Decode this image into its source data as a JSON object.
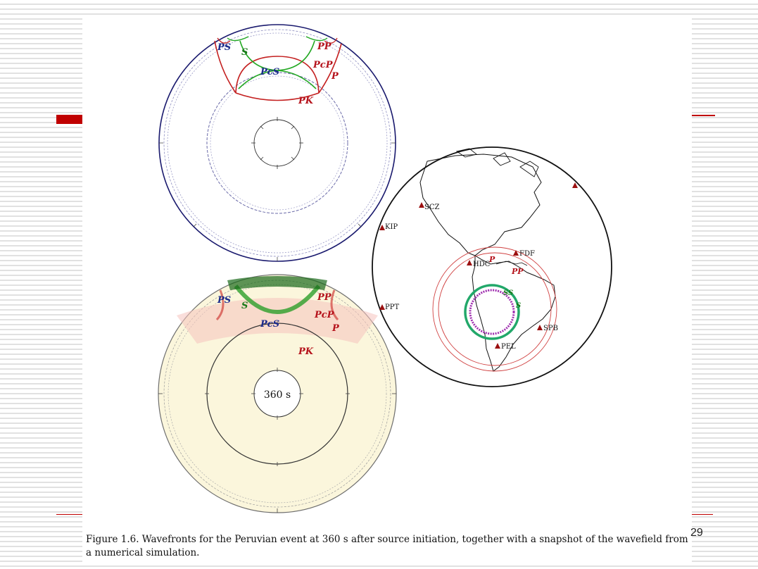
{
  "page_number": "29",
  "caption": "Figure 1.6. Wavefronts for the Peruvian event at 360 s after source initiation, together with a snapshot of the wavefield from a numerical simulation.",
  "top_diagram": {
    "labels": {
      "ps": "PS",
      "s": "S",
      "pp": "PP",
      "pcp": "PcP",
      "p": "P",
      "pcs": "PcS",
      "pk": "PK"
    }
  },
  "bottom_diagram": {
    "labels": {
      "ps": "PS",
      "s": "S",
      "pp": "PP",
      "pcp": "PcP",
      "p": "P",
      "pcs": "PcS",
      "pk": "PK"
    },
    "time": "360 s"
  },
  "map": {
    "stations": [
      "SCZ",
      "KIP",
      "FDF",
      "HDC",
      "PPT",
      "SPB",
      "PEL"
    ],
    "wave_labels": {
      "p": "P",
      "pp": "PP",
      "ss": "SS",
      "s": "S"
    }
  },
  "colors": {
    "accent": "#c00000",
    "p_wave": "#b5121b",
    "s_wave": "#22a822",
    "scs_label": "#1a2a8c",
    "snapshot_bg": "#fbf6dc"
  }
}
